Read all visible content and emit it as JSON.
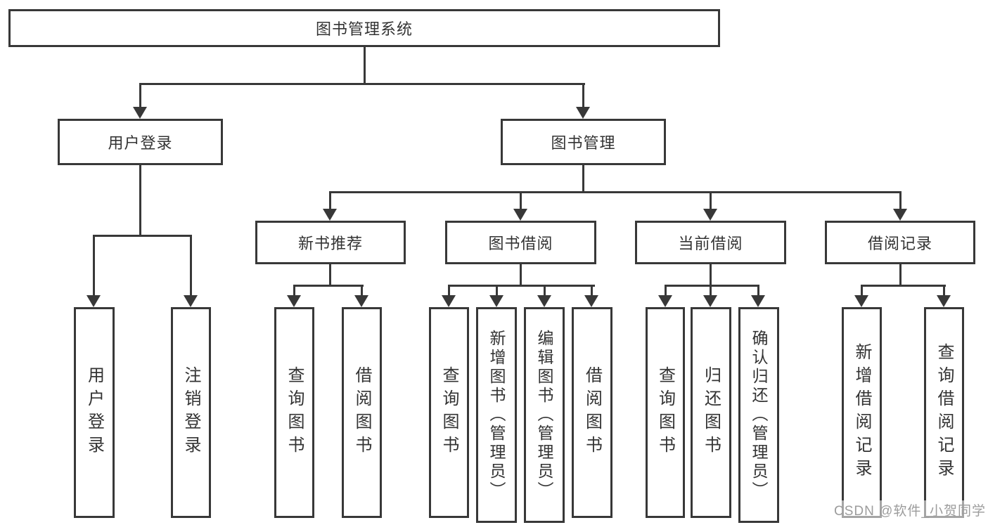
{
  "diagram": {
    "root": "图书管理系统",
    "level2": [
      "用户登录",
      "图书管理"
    ],
    "level3": [
      "新书推荐",
      "图书借阅",
      "当前借阅",
      "借阅记录"
    ],
    "leaves": {
      "user_login": [
        "用户登录",
        "注销登录"
      ],
      "new_book": [
        "查询图书",
        "借阅图书"
      ],
      "book_borrow": [
        "查询图书",
        "新增图书（管理员）",
        "编辑图书（管理员）",
        "借阅图书"
      ],
      "current_borrow": [
        "查询图书",
        "归还图书",
        "确认归还（管理员）"
      ],
      "borrow_records": [
        "新增借阅记录",
        "查询借阅记录"
      ]
    }
  },
  "watermark": "CSDN @软件_小贺同学",
  "colors": {
    "line": "#383838",
    "text": "#333333",
    "box_background": "#ffffff",
    "watermark": "#9c9c9c",
    "page_background": "#ffffff"
  }
}
